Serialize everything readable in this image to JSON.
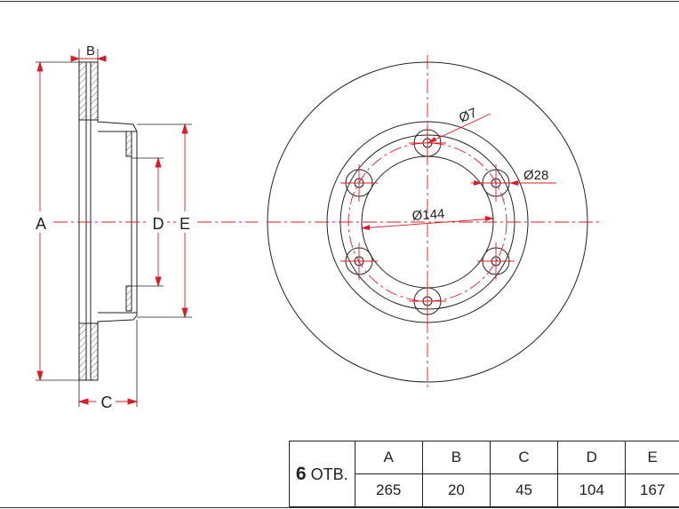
{
  "drawing": {
    "side_labels": {
      "a": "A",
      "b": "B",
      "c": "C",
      "d": "D",
      "e": "E"
    },
    "front_labels": {
      "bolt_hole": "Ø7",
      "stud_hole": "Ø28",
      "pcd": "Ø144"
    }
  },
  "colors": {
    "line": "#222222",
    "center": "#d4202a",
    "hatch": "#444444"
  },
  "spec": {
    "holes_count": "6",
    "holes_unit": " ОТВ.",
    "headers": [
      "A",
      "B",
      "C",
      "D",
      "E"
    ],
    "values": [
      "265",
      "20",
      "45",
      "104",
      "167"
    ]
  }
}
